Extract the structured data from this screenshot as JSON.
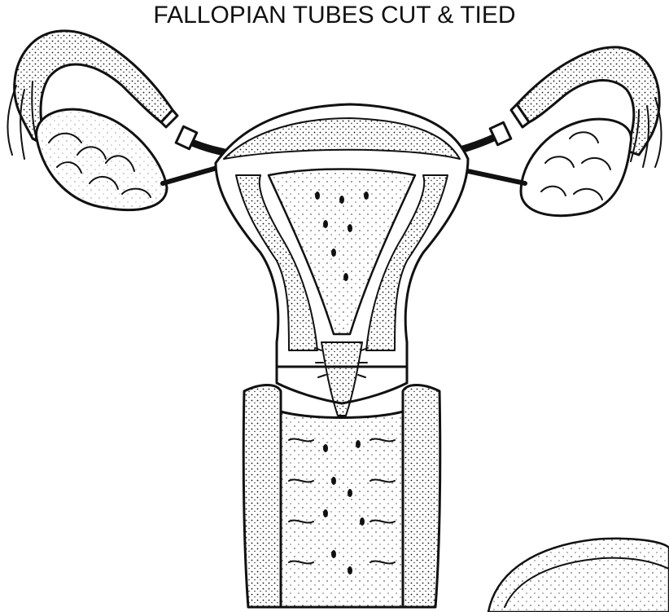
{
  "title": "FALLOPIAN TUBES CUT & TIED",
  "colors": {
    "ink": "#111111",
    "paper": "#ffffff"
  },
  "parts": [
    "uterus",
    "fallopian-tube-left",
    "fallopian-tube-right",
    "ovary-left",
    "ovary-right",
    "cervix",
    "vagina"
  ]
}
